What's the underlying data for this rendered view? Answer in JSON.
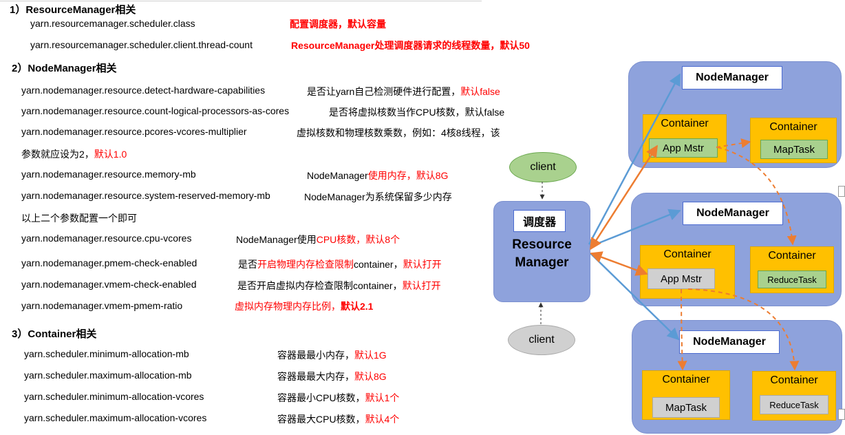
{
  "colors": {
    "accent_red": "#ff0000",
    "node_blue": "#8ea2dc",
    "container_orange": "#ffc000",
    "arrow_blue": "#5b9bd5",
    "arrow_orange": "#ed7d31"
  },
  "sections": {
    "rm_title": "1）ResourceManager相关",
    "nm_title": "2）NodeManager相关",
    "container_title": "3）Container相关"
  },
  "rm_params": [
    {
      "key": "yarn.resourcemanager.scheduler.class",
      "desc": "配置调度器，默认容量"
    },
    {
      "key": "yarn.resourcemanager.scheduler.client.thread-count",
      "desc": "ResourceManager处理调度器请求的线程数量，默认50"
    }
  ],
  "nm_params": {
    "p1_key": "yarn.nodemanager.resource.detect-hardware-capabilities",
    "p1_desc": "是否让yarn自己检测硬件进行配置，",
    "p1_default": "默认false",
    "p2_key": "yarn.nodemanager.resource.count-logical-processors-as-cores",
    "p2_desc": "是否将虚拟核数当作CPU核数，默认false",
    "p3_key": "yarn.nodemanager.resource.pcores-vcores-multiplier",
    "p3_desc": "虚拟核数和物理核数乘数，例如：4核8线程，该",
    "p3_cont": "参数就应设为2，",
    "p3_default": "默认1.0",
    "p4_key": "yarn.nodemanager.resource.memory-mb",
    "p4_desc": "NodeManager",
    "p4_default": "使用内存，默认8G",
    "p5_key": "yarn.nodemanager.resource.system-reserved-memory-mb",
    "p5_desc": "NodeManager为系统保留多少内存",
    "p5_note": "以上二个参数配置一个即可",
    "p6_key": "yarn.nodemanager.resource.cpu-vcores",
    "p6_desc": "NodeManager使用",
    "p6_default": "CPU核数，默认8个",
    "p7_key": "yarn.nodemanager.pmem-check-enabled",
    "p7_desc_a": "是否",
    "p7_desc_red": "开启物理内存检查限制",
    "p7_desc_b": "container，",
    "p7_default": "默认打开",
    "p8_key": "yarn.nodemanager.vmem-check-enabled",
    "p8_desc": "是否开启虚拟内存检查限制container，",
    "p8_default": "默认打开",
    "p9_key": "yarn.nodemanager.vmem-pmem-ratio",
    "p9_desc_red": "虚拟内存物理内存比例，",
    "p9_default": "默认2.1"
  },
  "container_params": [
    {
      "key": "yarn.scheduler.minimum-allocation-mb",
      "desc": "容器最最小内存，",
      "default": "默认1G"
    },
    {
      "key": "yarn.scheduler.maximum-allocation-mb",
      "desc": "容器最最大内存，",
      "default": "默认8G"
    },
    {
      "key": "yarn.scheduler.minimum-allocation-vcores",
      "desc": "容器最小CPU核数，",
      "default": "默认1个"
    },
    {
      "key": "yarn.scheduler.maximum-allocation-vcores",
      "desc": "容器最大CPU核数，",
      "default": "默认4个"
    }
  ],
  "diagram": {
    "client_top": "client",
    "client_bottom": "client",
    "scheduler_label": "调度器",
    "rm_label_line1": "Resource",
    "rm_label_line2": "Manager",
    "nodes": [
      {
        "title": "NodeManager",
        "c1_title": "Container",
        "c1_inner": "App Mstr",
        "c2_title": "Container",
        "c2_inner": "MapTask"
      },
      {
        "title": "NodeManager",
        "c1_title": "Container",
        "c1_inner": "App Mstr",
        "c2_title": "Container",
        "c2_inner": "ReduceTask"
      },
      {
        "title": "NodeManager",
        "c1_title": "Container",
        "c1_inner": "MapTask",
        "c2_title": "Container",
        "c2_inner": "ReduceTask"
      }
    ]
  }
}
